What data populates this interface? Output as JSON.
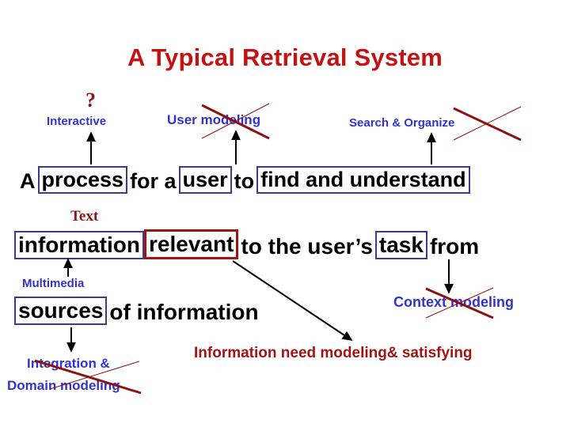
{
  "slide": {
    "title": "A Typical Retrieval System",
    "background_color": "#ffffff",
    "title_color": "#c41212",
    "annotation_blue": "#3333cc",
    "annotation_red": "#a01414",
    "box_blue": "#3b3b8f",
    "box_red": "#a01414"
  },
  "annotations": {
    "question_mark": "?",
    "interactive": "Interactive",
    "user_modeling": "User modeling",
    "search_and_organize": "Search & Organize",
    "text": "Text",
    "multimedia": "Multimedia",
    "context_modeling": "Context modeling",
    "integration_line1": "Integration &",
    "integration_line2": "Domain modeling",
    "information_need": "Information need modeling& satisfying"
  },
  "sentence": {
    "line1": [
      {
        "text": "A",
        "box": "none"
      },
      {
        "text": "process",
        "box": "blue"
      },
      {
        "text": "for a",
        "box": "none"
      },
      {
        "text": "user",
        "box": "blue"
      },
      {
        "text": "to",
        "box": "none"
      },
      {
        "text": "find and understand",
        "box": "blue"
      }
    ],
    "line2": [
      {
        "text": "information",
        "box": "blue"
      },
      {
        "text": "relevant",
        "box": "red"
      },
      {
        "text": "to the user’s",
        "box": "none"
      },
      {
        "text": "task",
        "box": "blue"
      },
      {
        "text": "from",
        "box": "none"
      }
    ],
    "line3": [
      {
        "text": "sources",
        "box": "blue"
      },
      {
        "text": "of information",
        "box": "none"
      }
    ]
  },
  "connectors": [
    {
      "name": "process-to-interactive",
      "direction": "up"
    },
    {
      "name": "user-to-user-modeling",
      "direction": "up"
    },
    {
      "name": "find-understand-to-search-organize",
      "direction": "up"
    },
    {
      "name": "multimedia-to-information",
      "direction": "up"
    },
    {
      "name": "task-to-context-modeling",
      "direction": "down"
    },
    {
      "name": "sources-to-integration-domain-modeling",
      "direction": "down"
    },
    {
      "name": "relevant-to-information-need",
      "direction": "diagonal-down-right"
    }
  ],
  "strikethroughs": [
    {
      "name": "user-modeling-cross"
    },
    {
      "name": "search-organize-cross"
    },
    {
      "name": "context-modeling-cross"
    },
    {
      "name": "integration-domain-modeling-slash"
    }
  ]
}
